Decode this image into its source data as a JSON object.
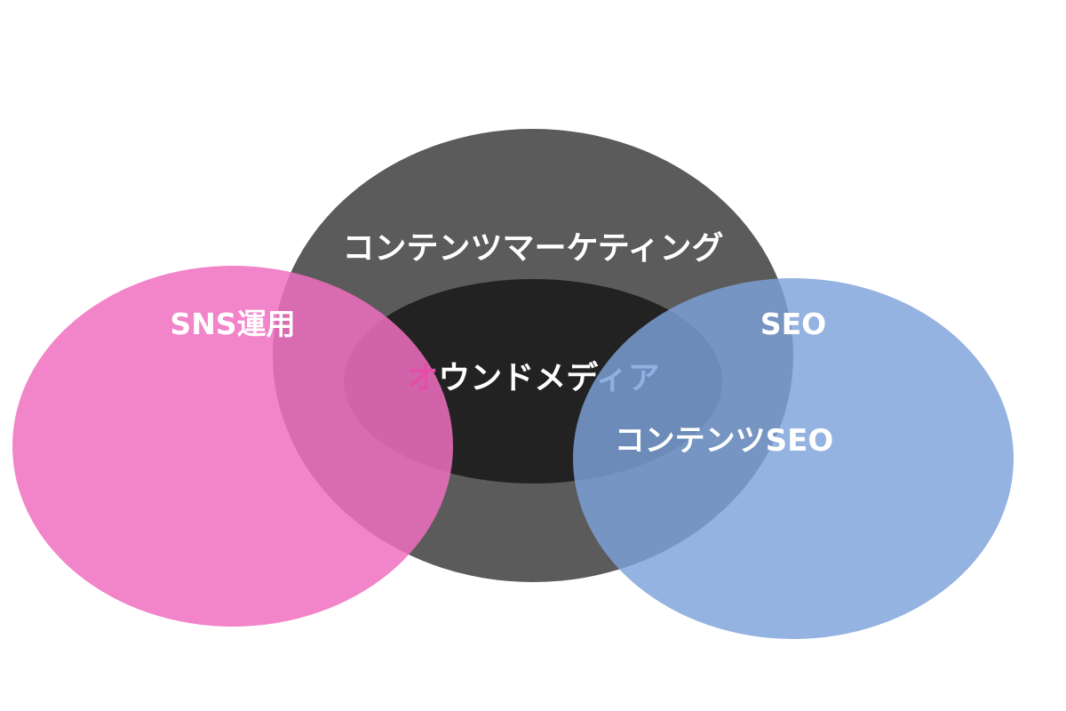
{
  "diagram": {
    "type": "venn",
    "sets": [
      {
        "id": "content-marketing",
        "label": "コンテンツマーケティング",
        "color": "#595959"
      },
      {
        "id": "owned-media",
        "label": "オウンドメディア",
        "color": "#222222"
      },
      {
        "id": "sns",
        "label": "SNS運用",
        "color": "#f06ec0"
      },
      {
        "id": "seo",
        "label": "SEO",
        "color": "#7ca2d9"
      }
    ],
    "overlap_labels": {
      "content_seo": "コンテンツSEO"
    },
    "owned_media_label_parts": {
      "first": "オ",
      "middle": "ウンドメデ",
      "last": "ィア"
    },
    "accent_colors": {
      "sns_text": "#e44ea8",
      "seo_text": "#8fb0e0",
      "white_text": "#ffffff"
    }
  }
}
